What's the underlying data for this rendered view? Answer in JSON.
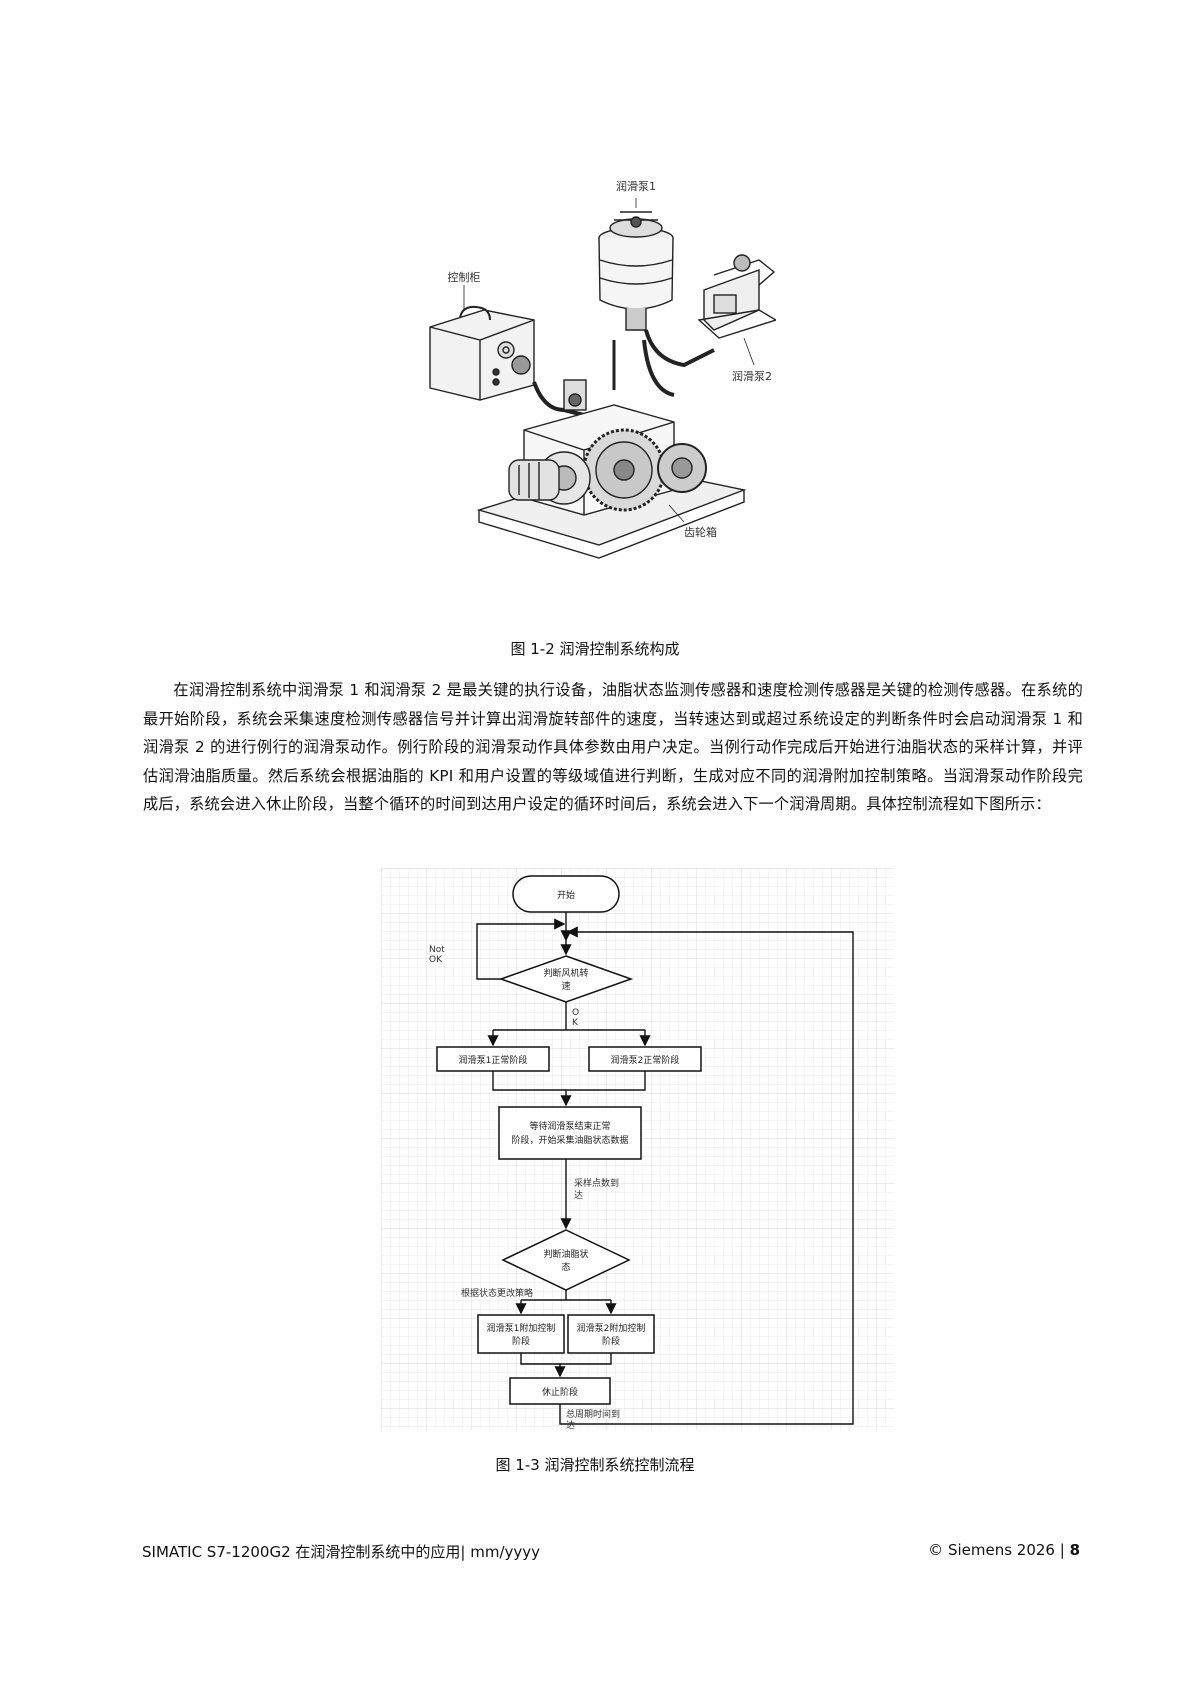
{
  "figure1": {
    "labels": {
      "pump1": "润滑泵1",
      "cabinet": "控制柜",
      "pump2": "润滑泵2",
      "gearbox": "齿轮箱"
    },
    "caption": "图 1-2 润滑控制系统构成"
  },
  "paragraph": "在润滑控制系统中润滑泵 1 和润滑泵 2 是最关键的执行设备，油脂状态监测传感器和速度检测传感器是关键的检测传感器。在系统的最开始阶段，系统会采集速度检测传感器信号并计算出润滑旋转部件的速度，当转速达到或超过系统设定的判断条件时会启动润滑泵 1 和润滑泵 2 的进行例行的润滑泵动作。例行阶段的润滑泵动作具体参数由用户决定。当例行动作完成后开始进行油脂状态的采样计算，并评估润滑油脂质量。然后系统会根据油脂的 KPI 和用户设置的等级域值进行判断，生成对应不同的润滑附加控制策略。当润滑泵动作阶段完成后，系统会进入休止阶段，当整个循环的时间到达用户设定的循环时间后，系统会进入下一个润滑周期。具体控制流程如下图所示：",
  "figure2": {
    "start": "开始",
    "decision1": [
      "判断风机转",
      "速"
    ],
    "not_ok": [
      "Not",
      "OK"
    ],
    "ok": [
      "O",
      "K"
    ],
    "pump1_normal": "润滑泵1正常阶段",
    "pump2_normal": "润滑泵2正常阶段",
    "wait_box": [
      "等待润滑泵结束正常",
      "阶段，开始采集油脂状态数据"
    ],
    "sample_reached": [
      "采样点数到",
      "达"
    ],
    "decision2": [
      "判断油脂状",
      "态"
    ],
    "strategy": "根据状态更改策略",
    "pump1_extra": [
      "润滑泵1附加控制",
      "阶段"
    ],
    "pump2_extra": [
      "润滑泵2附加控制",
      "阶段"
    ],
    "rest": "休止阶段",
    "cycle_reached": [
      "总周期时间到",
      "达"
    ],
    "caption": "图 1-3 润滑控制系统控制流程"
  },
  "footer": {
    "left": "SIMATIC S7-1200G2 在润滑控制系统中的应用| mm/yyyy",
    "right_prefix": "© Siemens 2026 | ",
    "page_number": "8"
  }
}
